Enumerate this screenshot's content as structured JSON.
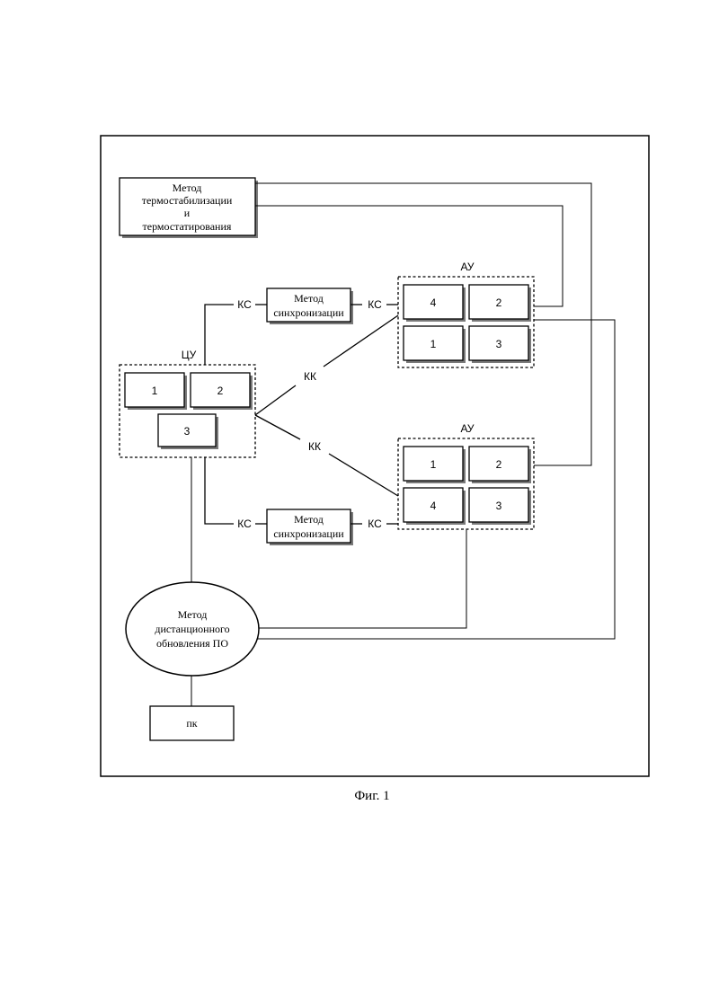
{
  "thermo": {
    "line1": "Метод",
    "line2": "термостабилизации",
    "line3": "и",
    "line4": "термостатирования"
  },
  "sync": {
    "line1": "Метод",
    "line2": "синхронизации"
  },
  "channel_sync": "КС",
  "channel_comm": "КК",
  "central": {
    "label": "ЦУ",
    "cells": [
      "1",
      "2",
      "3"
    ]
  },
  "au_top": {
    "label": "АУ",
    "cells": [
      "4",
      "2",
      "1",
      "3"
    ]
  },
  "au_bottom": {
    "label": "АУ",
    "cells": [
      "1",
      "2",
      "4",
      "3"
    ]
  },
  "update": {
    "line1": "Метод",
    "line2": "дистанционного",
    "line3": "обновления ПО"
  },
  "pc": {
    "label": "пк"
  },
  "caption": "Фиг. 1"
}
